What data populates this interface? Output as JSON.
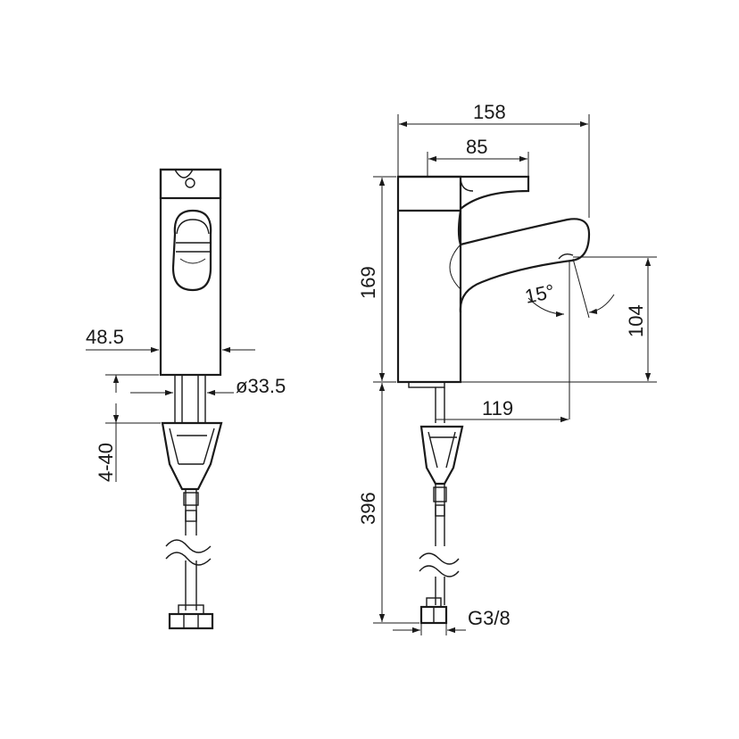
{
  "dimensions": {
    "width_overall": "158",
    "lever_length": "85",
    "height_total": "169",
    "spout_height": "104",
    "spout_angle": "15°",
    "spout_reach": "119",
    "hose_length": "396",
    "connection": "G3/8",
    "body_width": "48.5",
    "shank_diameter": "ø33.5",
    "deck_thickness": "4-40"
  },
  "colors": {
    "line": "#1a1a1a",
    "background": "#ffffff"
  }
}
